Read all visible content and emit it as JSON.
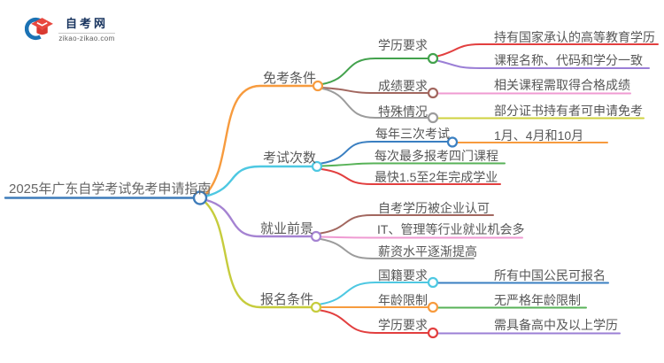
{
  "logo": {
    "title": "自考网",
    "domain": "zikao-zikao.com"
  },
  "map": {
    "central": {
      "label": "2025年广东自学考试免考申请指南",
      "color": "#3e7cba"
    },
    "branches": [
      {
        "label": "免考条件",
        "color": "#f79b3e",
        "children": [
          {
            "label": "学历要求",
            "color": "#43a24d",
            "children": [
              {
                "label": "持有国家承认的高等教育学历",
                "color": "#e23f3f"
              },
              {
                "label": "课程名称、代码和学分一致",
                "color": "#9b7fd6"
              }
            ]
          },
          {
            "label": "成绩要求",
            "color": "#a2675f",
            "children": [
              {
                "label": "相关课程需取得合格成绩",
                "color": "#ef9ad2"
              }
            ]
          },
          {
            "label": "特殊情况",
            "color": "#9c9c9c",
            "children": [
              {
                "label": "部分证书持有者可申请免考",
                "color": "#cfd23f"
              }
            ]
          }
        ]
      },
      {
        "label": "考试次数",
        "color": "#4ec8e2",
        "children": [
          {
            "label": "每年三次考试",
            "color": "#3a7fc1",
            "children": [
              {
                "label": "1月、4月和10月",
                "color": "#f79b3e"
              }
            ]
          },
          {
            "label": "每次最多报考四门课程",
            "color": "#57b257"
          },
          {
            "label": "最快1.5至2年完成学业",
            "color": "#e23f3f"
          }
        ]
      },
      {
        "label": "就业前景",
        "color": "#a583d2",
        "children": [
          {
            "label": "自考学历被企业认可",
            "color": "#a2675f"
          },
          {
            "label": "IT、管理等行业就业机会多",
            "color": "#ef9ad2"
          },
          {
            "label": "薪资水平逐渐提高",
            "color": "#9c9c9c"
          }
        ]
      },
      {
        "label": "报名条件",
        "color": "#c6cc3d",
        "children": [
          {
            "label": "国籍要求",
            "color": "#4ec8e2",
            "children": [
              {
                "label": "所有中国公民可报名",
                "color": "#3a7fc1"
              }
            ]
          },
          {
            "label": "年龄限制",
            "color": "#f79b3e",
            "children": [
              {
                "label": "无严格年龄限制",
                "color": "#57b257"
              }
            ]
          },
          {
            "label": "学历要求",
            "color": "#e23f3f",
            "children": [
              {
                "label": "需具备高中及以上学历",
                "color": "#9b7fd6"
              }
            ]
          }
        ]
      }
    ]
  }
}
